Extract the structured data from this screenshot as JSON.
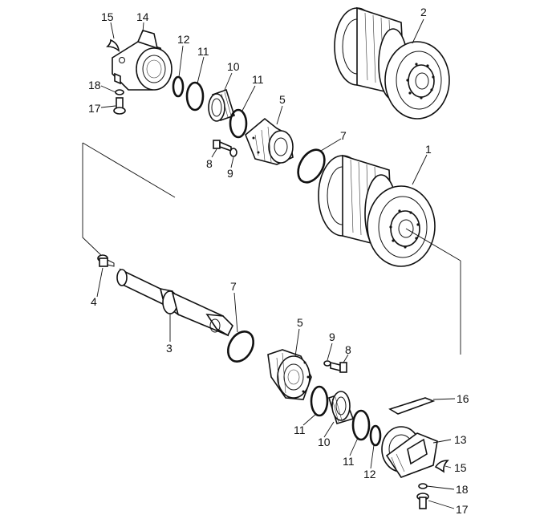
{
  "callouts": {
    "c1": "1",
    "c2": "2",
    "c3": "3",
    "c4": "4",
    "c5a": "5",
    "c5b": "5",
    "c7a": "7",
    "c7b": "7",
    "c8a": "8",
    "c8b": "8",
    "c9a": "9",
    "c9b": "9",
    "c10a": "10",
    "c10b": "10",
    "c11a": "11",
    "c11b": "11",
    "c11c": "11",
    "c11d": "11",
    "c12a": "12",
    "c12b": "12",
    "c13": "13",
    "c14": "14",
    "c15a": "15",
    "c15b": "15",
    "c16": "16",
    "c17a": "17",
    "c17b": "17",
    "c18a": "18",
    "c18b": "18"
  }
}
